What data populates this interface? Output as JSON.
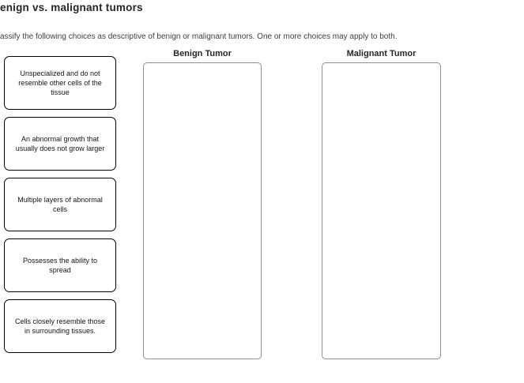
{
  "page": {
    "title": "enign vs. malignant tumors",
    "instructions": "assify the following choices as descriptive of benign or malignant tumors. One or more choices may apply to both."
  },
  "choices": [
    {
      "label": "Unspecialized and do not resemble other cells of the tissue"
    },
    {
      "label": "An abnormal growth that usually does not grow larger"
    },
    {
      "label": "Multiple layers of abnormal cells"
    },
    {
      "label": "Possesses the ability to spread"
    },
    {
      "label": "Cells closely resemble those in surrounding tissues."
    }
  ],
  "drop_zones": [
    {
      "label": "Benign Tumor"
    },
    {
      "label": "Malignant Tumor"
    }
  ],
  "colors": {
    "card_border": "#000000",
    "dropzone_border": "#8f8f8f",
    "title_text": "#262626",
    "body_text": "#3d3d3d"
  }
}
